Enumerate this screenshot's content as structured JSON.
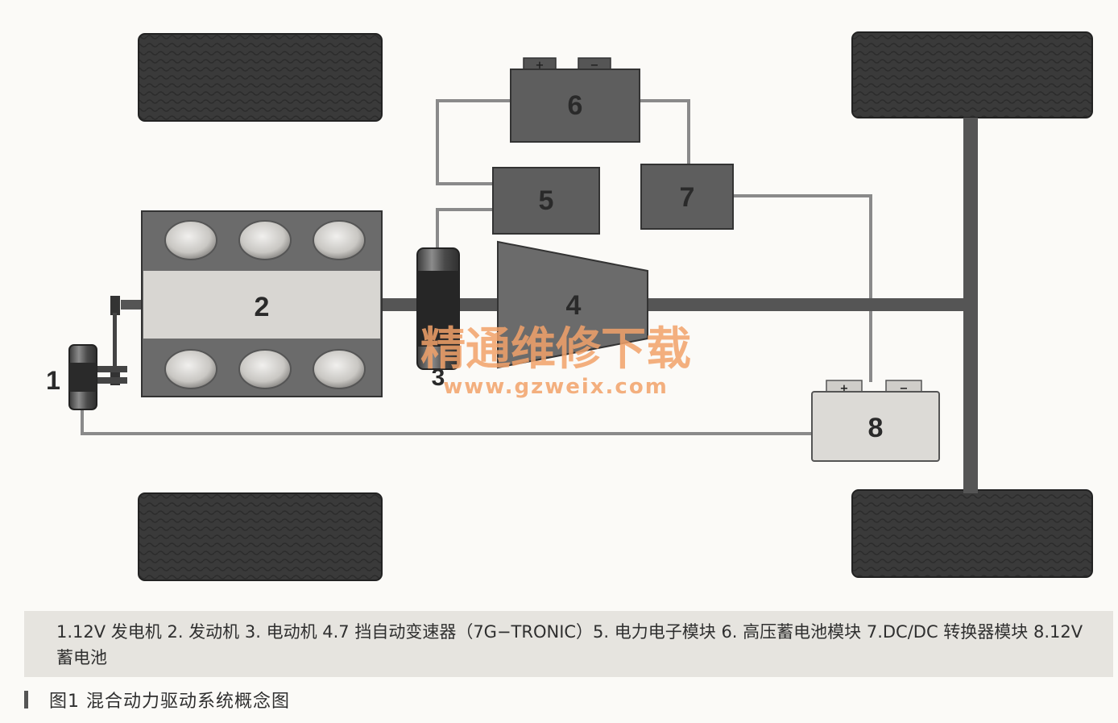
{
  "components": {
    "alternator": {
      "label": "1"
    },
    "engine": {
      "label": "2"
    },
    "motor": {
      "label": "3"
    },
    "transmission": {
      "label": "4"
    },
    "power_electronics": {
      "label": "5"
    },
    "hv_battery": {
      "label": "6",
      "terminal_pos": "+",
      "terminal_neg": "−"
    },
    "dcdc": {
      "label": "7"
    },
    "battery_12v": {
      "label": "8",
      "terminal_pos": "+",
      "terminal_neg": "−"
    }
  },
  "watermark": {
    "title": "精通维修下载",
    "url": "www.gzweix.com"
  },
  "caption": {
    "text": "1.12V 发电机 2. 发动机  3. 电动机  4.7 挡自动变速器（7G−TRONIC）5. 电力电子模块  6. 高压蓄电池模块  7.DC/DC 转换器模块  8.12V 蓄电池"
  },
  "figure": {
    "title": "图1   混合动力驱动系统概念图"
  },
  "colors": {
    "tire": "#3a3a3a",
    "module": "#5e5e5e",
    "engine_block": "#6b6b6b",
    "engine_band": "#d8d6d2",
    "wire": "#8a8a8a",
    "shaft": "#555555",
    "battery_12v": "#dcdad6",
    "watermark": "#f2a26a",
    "caption_bg": "#e6e4df"
  }
}
